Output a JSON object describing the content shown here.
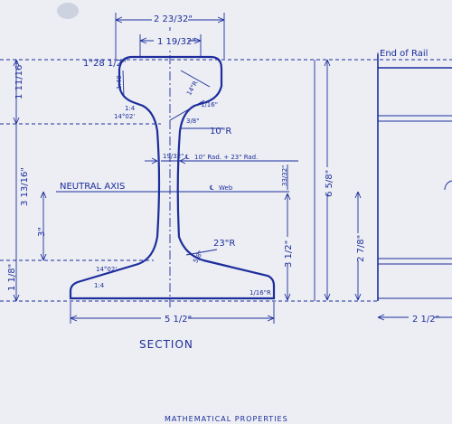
{
  "dimensions": {
    "head_total_width": "2 23/32\"",
    "head_inner_width": "1 19/32\"",
    "head_corner_radius": "1\"28 1/2\"",
    "head_depth": "1 11/16\"",
    "head_side_slope": "1:40",
    "head_top_radius": "14\"R",
    "head_corner_small_radius": "1/16\"",
    "head_fillet_radius": "3/8\"",
    "upper_flange_slope": "1:4",
    "upper_flange_angle": "14°02'",
    "web_upper_radius": "10\"R",
    "web_thickness": "19/32\"",
    "web_centre_radius_text": "10\" Rad. + 23\" Rad.",
    "neutral_axis_label": "NEUTRAL AXIS",
    "web_centreline_label": "Web",
    "centreline_offset": "33/32\"",
    "neutral_axis_height_upper": "3 13/16\"",
    "neutral_axis_height_lower": "3\"",
    "web_lower_height": "3 1/2\"",
    "web_lower_radius": "23\"R",
    "web_lower_fillet": "5/8\"",
    "lower_flange_angle": "14°02'",
    "lower_flange_slope": "1:4",
    "base_edge_radius": "1/16\"R",
    "base_edge_height": "1 1/8\"",
    "base_width": "5 1/2\"",
    "overall_height": "6 5/8\"",
    "side_height": "2 7/8\"",
    "side_width": "2 1/2\""
  },
  "labels": {
    "section": "SECTION",
    "end_of_rail": "End of Rail",
    "mathematical_properties": "MATHEMATICAL PROPERTIES"
  },
  "colors": {
    "ink": "#1d2d9c",
    "paper": "#eceef3"
  },
  "icons": {
    "centreline_symbol": "centreline-icon"
  }
}
